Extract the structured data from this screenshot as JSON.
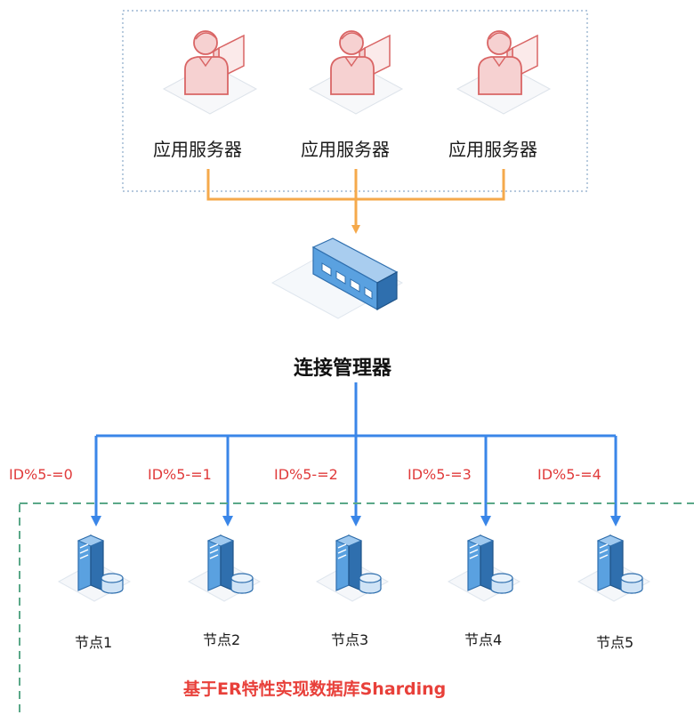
{
  "app_servers": {
    "labels": [
      "应用服务器",
      "应用服务器",
      "应用服务器"
    ],
    "icon": "user-server-icon",
    "color": "#e06666"
  },
  "connection_manager": {
    "label": "连接管理器",
    "icon": "switch-icon"
  },
  "routing_rules": [
    "ID%5-=0",
    "ID%5-=1",
    "ID%5-=2",
    "ID%5-=3",
    "ID%5-=4"
  ],
  "nodes": {
    "labels": [
      "节点1",
      "节点2",
      "节点3",
      "节点4",
      "节点5"
    ],
    "icon": "database-server-icon",
    "color": "#3c8fd6"
  },
  "caption": "基于ER特性实现数据库Sharding",
  "colors": {
    "app_link": "#f5a94b",
    "node_link": "#3a86e8",
    "top_box_border": "#8aa9c9",
    "bottom_box_border": "#5aa888",
    "rule_text": "#e03b3b",
    "caption_text": "#e8403a"
  }
}
